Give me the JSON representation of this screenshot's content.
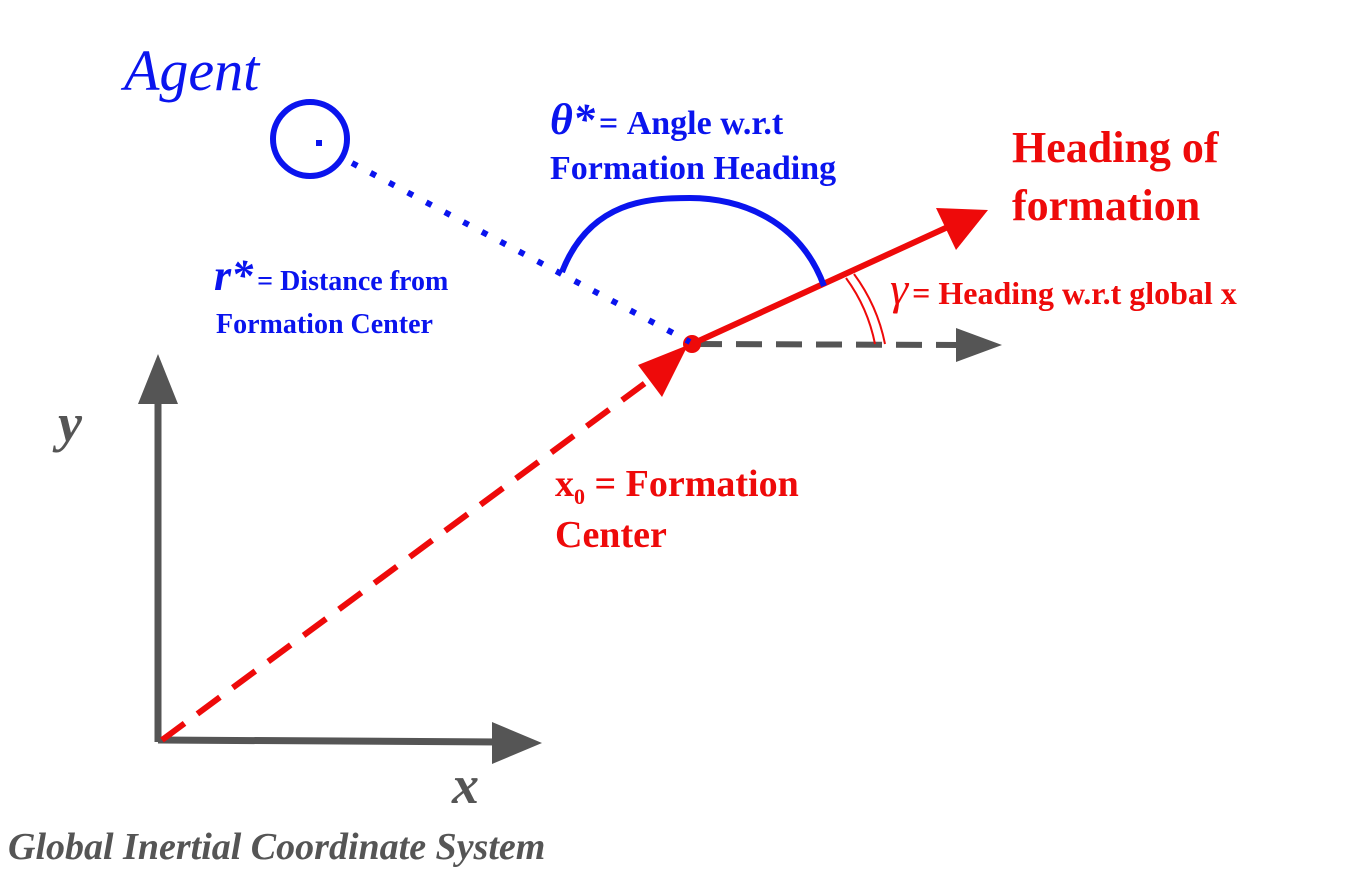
{
  "agent": {
    "label": "Agent"
  },
  "r_star": {
    "symbol": "r*",
    "definition": "= Distance from",
    "definition_line2": "Formation Center"
  },
  "theta_star": {
    "symbol": "θ*",
    "definition": "= Angle w.r.t",
    "definition_line2": "Formation Heading"
  },
  "heading": {
    "line1": "Heading of",
    "line2": "formation"
  },
  "gamma": {
    "symbol": "γ",
    "definition": "= Heading w.r.t global x"
  },
  "x0": {
    "symbol": "x",
    "subscript": "0",
    "definition": "= Formation",
    "definition_line2": "Center"
  },
  "axes": {
    "x_label": "x",
    "y_label": "y",
    "caption": "Global Inertial Coordinate System"
  },
  "colors": {
    "blue": "#0a14ee",
    "red": "#ee0a0a",
    "gray": "#555555"
  }
}
